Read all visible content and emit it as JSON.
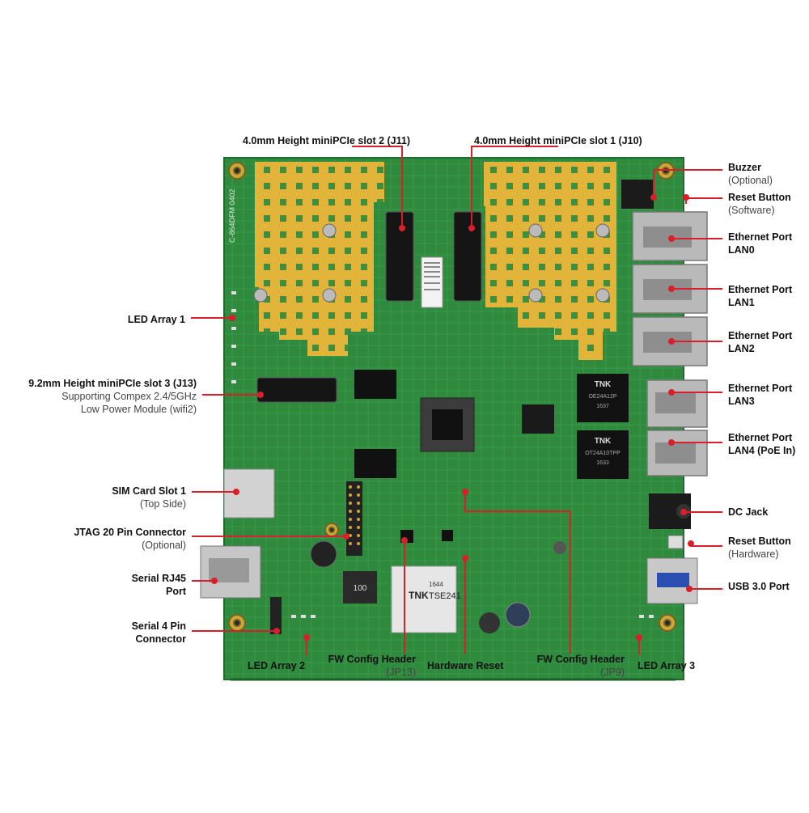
{
  "callouts": {
    "slot2": {
      "title": "4.0mm Height miniPCIe slot 2 (J11)"
    },
    "slot1": {
      "title": "4.0mm Height miniPCIe slot 1 (J10)"
    },
    "buzzer": {
      "title": "Buzzer",
      "sub": "(Optional)"
    },
    "reset_sw": {
      "title": "Reset Button",
      "sub": "(Software)"
    },
    "lan0": {
      "title": "Ethernet Port",
      "sub": "LAN0"
    },
    "lan1": {
      "title": "Ethernet Port",
      "sub": "LAN1"
    },
    "lan2": {
      "title": "Ethernet Port",
      "sub": "LAN2"
    },
    "lan3": {
      "title": "Ethernet Port",
      "sub": "LAN3"
    },
    "lan4": {
      "title": "Ethernet Port",
      "sub": "LAN4 (PoE In)"
    },
    "dc_jack": {
      "title": "DC Jack"
    },
    "reset_hw": {
      "title": "Reset Button",
      "sub": "(Hardware)"
    },
    "usb3": {
      "title": "USB 3.0 Port"
    },
    "led1": {
      "title": "LED Array 1"
    },
    "slot3": {
      "title": "9.2mm Height miniPCIe slot 3 (J13)",
      "sub1": "Supporting Compex 2.4/5GHz",
      "sub2": "Low Power Module (wifi2)"
    },
    "sim": {
      "title": "SIM Card Slot 1",
      "sub": "(Top Side)"
    },
    "jtag": {
      "title": "JTAG 20 Pin Connector",
      "sub": "(Optional)"
    },
    "rj45": {
      "title": "Serial RJ45",
      "sub": "Port"
    },
    "serial4": {
      "title": "Serial 4 Pin",
      "sub": "Connector"
    },
    "led2": {
      "title": "LED Array 2"
    },
    "jp13": {
      "title": "FW Config Header",
      "sub": "(JP13)"
    },
    "hwreset": {
      "title": "Hardware Reset"
    },
    "jp9": {
      "title": "FW Config Header",
      "sub": "(JP9)"
    },
    "led3": {
      "title": "LED Array 3"
    }
  },
  "board_markings": {
    "tnk_a": "TNK",
    "tnk_a_code": "OE24A12P",
    "tnk_a_num": "1637",
    "tnk_b": "TNK",
    "tnk_b_code": "OT24A10TPP",
    "tnk_b_num": "1633",
    "tse_brand": "TNK",
    "tse_num": "1644",
    "tse_model": "TSE241",
    "inductor": "100",
    "board_rev": "C-864DFM 0402"
  },
  "colors": {
    "pcb": "#2f8a3e",
    "pcb_dark": "#1f6a2c",
    "antenna_pad": "#e2b53a",
    "callout_line": "#d81f2a",
    "mount_ring": "#c9a83a"
  }
}
